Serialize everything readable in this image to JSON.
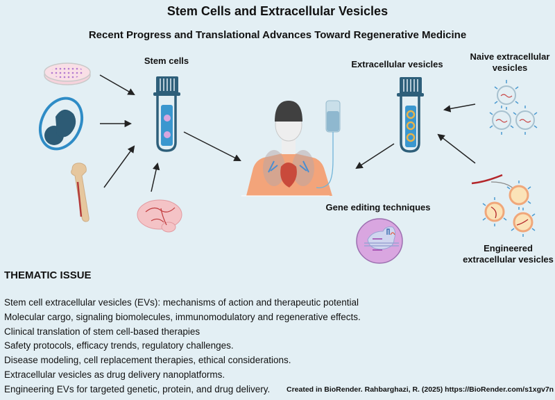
{
  "header": {
    "title": "Stem Cells and Extracellular Vesicles",
    "subtitle": "Recent Progress and Translational Advances Toward Regenerative Medicine"
  },
  "diagram": {
    "labels": {
      "stem_cells": "Stem cells",
      "extracellular_vesicles": "Extracellular vesicles",
      "naive_ev_line1": "Naive extracellular",
      "naive_ev_line2": "vesicles",
      "gene_editing": "Gene editing techniques",
      "engineered_ev_line1": "Engineered",
      "engineered_ev_line2": "extracellular vesicles"
    },
    "sources": [
      "petri-dish-icon",
      "embryo-icon",
      "bone-marrow-icon",
      "brain-icon"
    ],
    "colors": {
      "background": "#e3eff4",
      "tube": "#2e5f7a",
      "tube_fill": "#3a97cf",
      "stem_cell": "#d7a6df",
      "ev_ring": "#e8b24a",
      "shirt": "#f3a47a",
      "arrow": "#222222"
    }
  },
  "thematic_issue": {
    "heading": "THEMATIC ISSUE",
    "topics": [
      "Stem cell extracellular vesicles (EVs): mechanisms of action and therapeutic potential",
      "Molecular cargo, signaling biomolecules, immunomodulatory and regenerative effects.",
      "Clinical translation of stem cell-based therapies",
      "Safety protocols, efficacy trends, regulatory challenges.",
      "Disease modeling, cell replacement therapies, ethical considerations.",
      "Extracellular vesicles as drug delivery nanoplatforms.",
      "Engineering EVs for targeted genetic, protein, and drug delivery."
    ]
  },
  "credit": "Created in BioRender. Rahbarghazi, R. (2025) https://BioRender.com/s1xgv7n"
}
